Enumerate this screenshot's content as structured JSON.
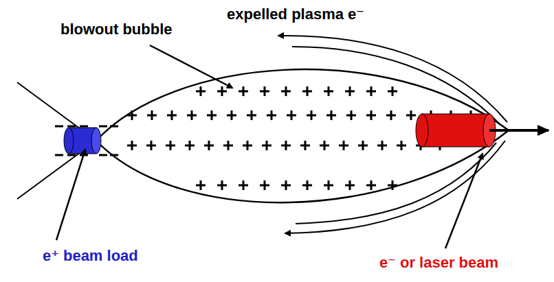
{
  "diagram": {
    "labels": [
      "blowout bubble",
      "expelled plasma e⁻",
      "e⁺ beam load",
      "e⁻ or laser beam"
    ]
  }
}
